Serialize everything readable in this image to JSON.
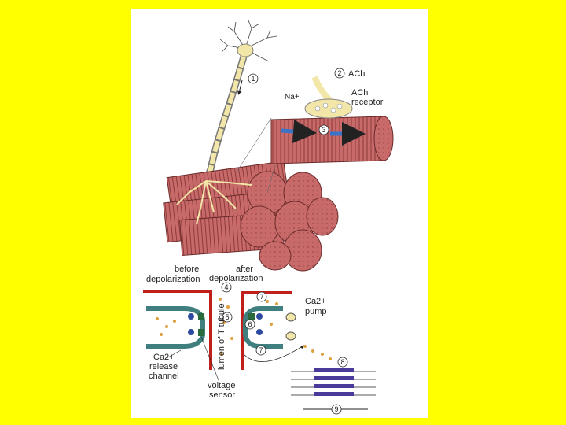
{
  "colors": {
    "background": "#ffff00",
    "panel": "#ffffff",
    "muscle": "#c86a6a",
    "muscle_dark": "#8c3b3b",
    "membrane": "#c0201c",
    "channel": "#3f7f7f",
    "nerve": "#f2e6a8",
    "arrow": "#3a74c8"
  },
  "labels": {
    "step1": "1",
    "step2": "2",
    "ach_top": "ACh",
    "na": "Na+",
    "ach_receptor_line1": "ACh",
    "ach_receptor_line2": "receptor",
    "step3": "3",
    "before_line1": "before",
    "before_line2": "depolarization",
    "after_line1": "after",
    "after_line2": "depolarization",
    "step4": "4",
    "step5": "5",
    "step6": "6",
    "step7a": "7",
    "step7b": "7",
    "step8": "8",
    "step9": "9",
    "t_tubule": "lumen of T tubule",
    "ca_pump_line1": "Ca2+",
    "ca_pump_line2": "pump",
    "ca_release_line1": "Ca2+",
    "ca_release_line2": "release",
    "ca_release_line3": "channel",
    "voltage_line1": "voltage",
    "voltage_line2": "sensor"
  }
}
